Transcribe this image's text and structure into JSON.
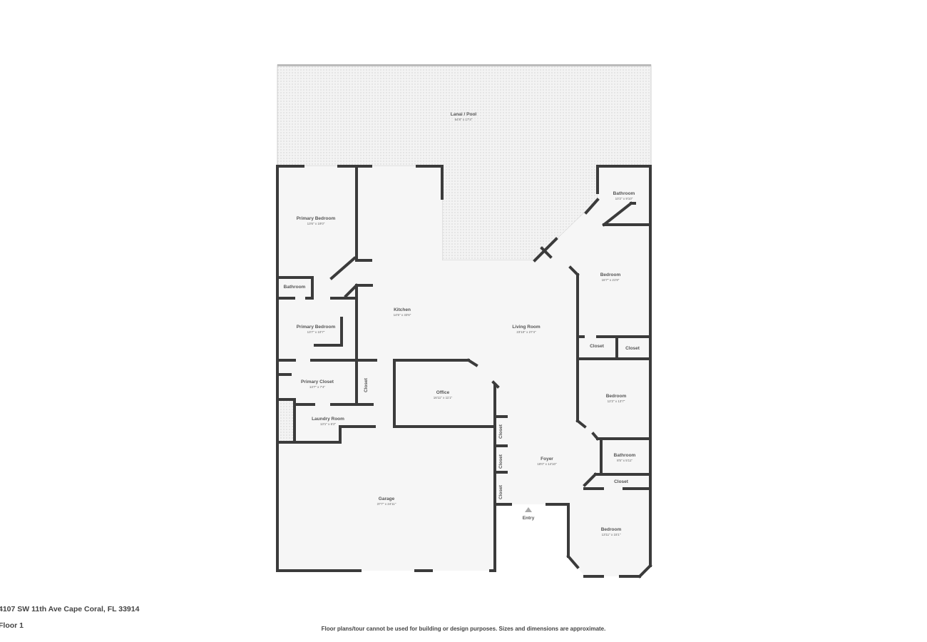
{
  "rooms": [
    {
      "name": "Lanai / Pool",
      "dims": "64'8\" x 17'4\""
    },
    {
      "name": "Primary Bedroom",
      "dims": "13'6\" x 19'0\""
    },
    {
      "name": "Bathroom",
      "dims": ""
    },
    {
      "name": "Primary Bedroom",
      "dims": "13'7\" x 10'7\""
    },
    {
      "name": "Kitchen",
      "dims": "14'5\" x 33'6\""
    },
    {
      "name": "Primary Closet",
      "dims": "13'7\" x 7'4\""
    },
    {
      "name": "Closet",
      "dims": ""
    },
    {
      "name": "Office",
      "dims": "16'11\" x 11'1\""
    },
    {
      "name": "Laundry Room",
      "dims": "13'1\" x 6'2\""
    },
    {
      "name": "Garage",
      "dims": "37'7\" x 24'11\""
    },
    {
      "name": "Living Room",
      "dims": "23'10\" x 27'4\""
    },
    {
      "name": "Bathroom",
      "dims": "10'2\" x 9'10\""
    },
    {
      "name": "Bedroom",
      "dims": "16'7\" x 21'9\""
    },
    {
      "name": "Closet",
      "dims": ""
    },
    {
      "name": "Closet",
      "dims": ""
    },
    {
      "name": "Bedroom",
      "dims": "12'2\" x 13'7\""
    },
    {
      "name": "Closet",
      "dims": ""
    },
    {
      "name": "Closet",
      "dims": ""
    },
    {
      "name": "Closet",
      "dims": ""
    },
    {
      "name": "Foyer",
      "dims": "18'0\" x 14'10\""
    },
    {
      "name": "Bathroom",
      "dims": "8'5\" x 5'11\""
    },
    {
      "name": "Closet",
      "dims": ""
    },
    {
      "name": "Bedroom",
      "dims": "13'11\" x 15'1\""
    }
  ],
  "entry": {
    "label": "Entry",
    "icon": "entry-arrow-icon"
  },
  "footer": {
    "address": "4107 SW 11th Ave Cape Coral, FL 33914",
    "floor": "Floor 1",
    "disclaimer": "Floor plans/tour cannot be used for building or design purposes. Sizes and dimensions are approximate."
  },
  "colors": {
    "wall": "#3b3b3b",
    "floor": "#f6f6f6",
    "lanai": "#eeeeee"
  }
}
